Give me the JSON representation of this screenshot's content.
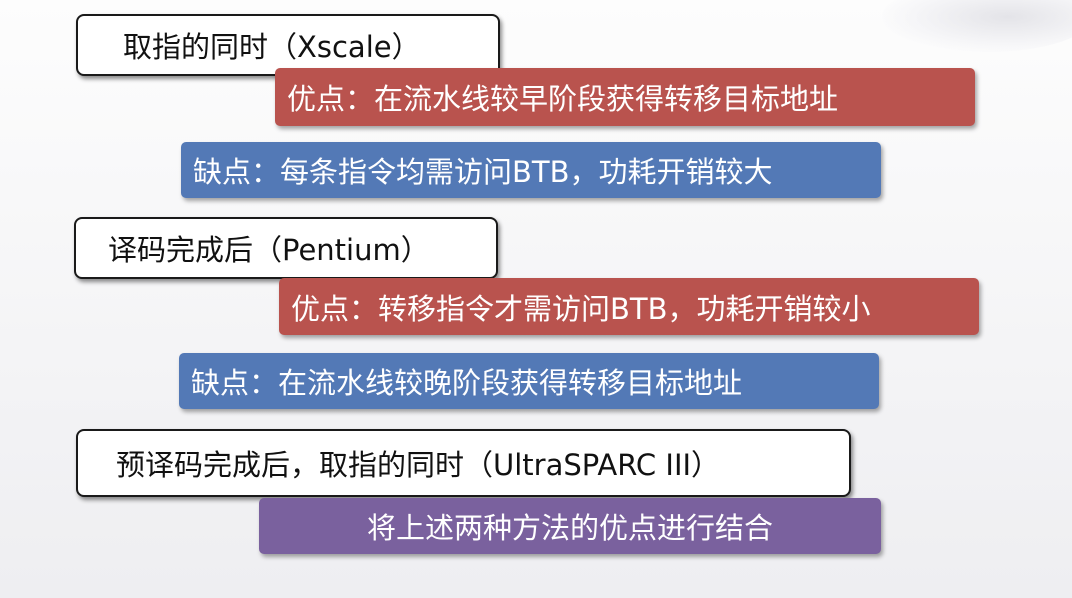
{
  "colors": {
    "advantage_red": "#b9534e",
    "disadvantage_blue": "#5379b6",
    "combined_purple": "#7a619e",
    "box_border": "#1a1a1a"
  },
  "sections": [
    {
      "heading": "取指的同时（Xscale）",
      "pro": "优点：在流水线较早阶段获得转移目标地址",
      "con": "缺点：每条指令均需访问BTB，功耗开销较大"
    },
    {
      "heading": "译码完成后（Pentium）",
      "pro": "优点：转移指令才需访问BTB，功耗开销较小",
      "con": "缺点：在流水线较晚阶段获得转移目标地址"
    },
    {
      "heading": "预译码完成后，取指的同时（UltraSPARC III）",
      "summary": "将上述两种方法的优点进行结合"
    }
  ]
}
